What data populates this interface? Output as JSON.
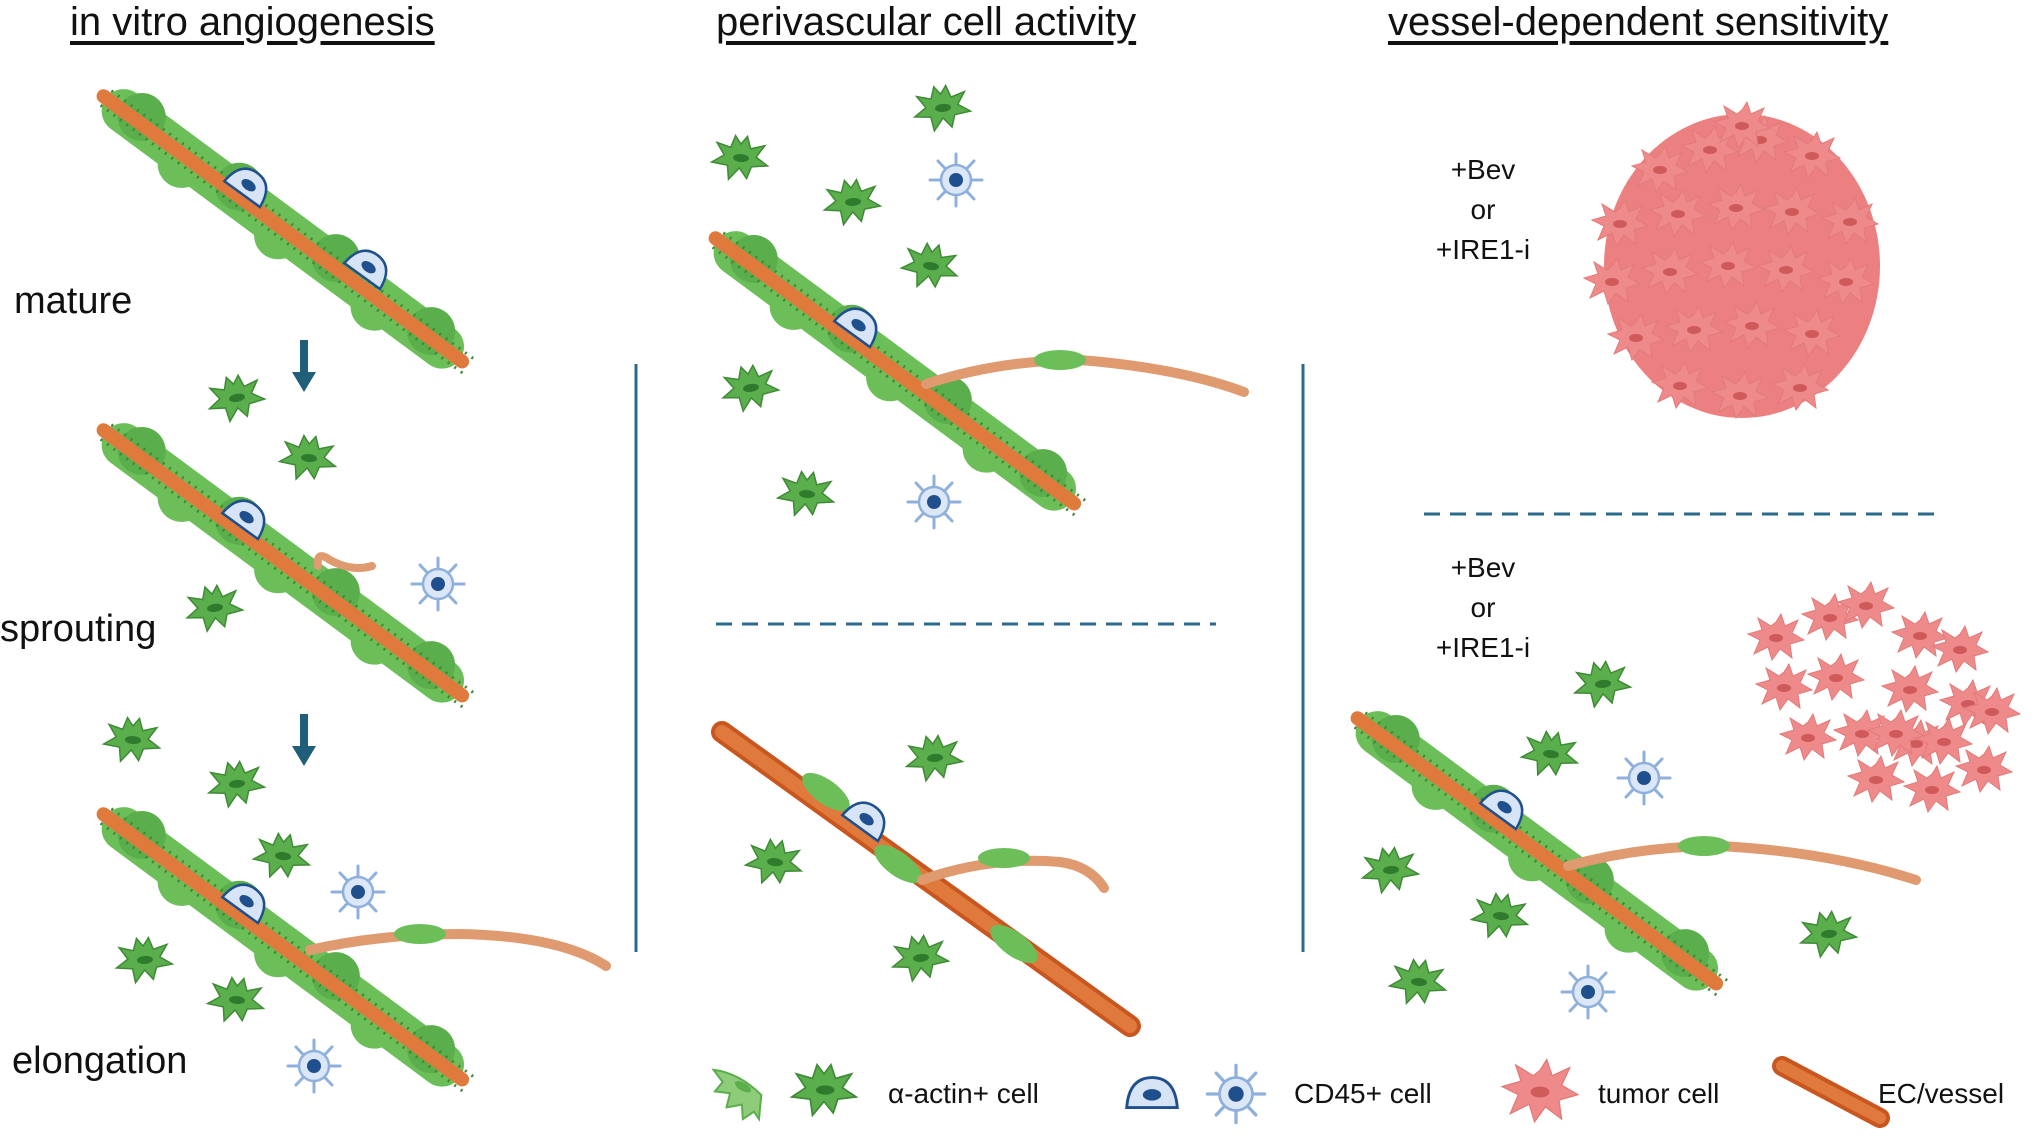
{
  "panels": {
    "angiogenesis": {
      "title": "in vitro angiogenesis",
      "stages": [
        "mature",
        "sprouting",
        "elongation"
      ]
    },
    "perivascular": {
      "title": "perivascular cell activity"
    },
    "sensitivity": {
      "title": "vessel-dependent sensitivity",
      "treatment_top": [
        "+Bev",
        "or",
        "+IRE1-i"
      ],
      "treatment_bottom": [
        "+Bev",
        "or",
        "+IRE1-i"
      ]
    }
  },
  "legend": {
    "actin_label": "α-actin+ cell",
    "cd45_label": "CD45+ cell",
    "tumor_label": "tumor cell",
    "vessel_label": "EC/vessel"
  },
  "colors": {
    "vessel": "#e07a3c",
    "vessel_dark": "#c9561e",
    "pericyte": "#5aae4c",
    "pericyte_dark": "#2f7a2c",
    "immune": "#8fb0dc",
    "immune_nucleus": "#1f4f8c",
    "tumor": "#ef8a8a",
    "tumor_nucleus": "#cf5a5a",
    "divider": "#2a6a8c"
  }
}
